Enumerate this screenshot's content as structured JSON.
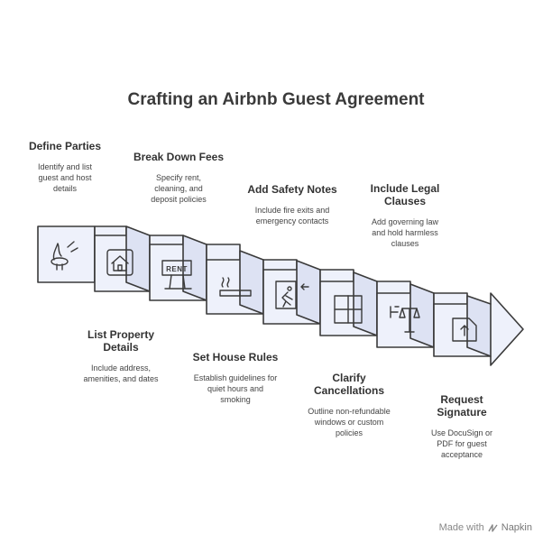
{
  "title": "Crafting an Airbnb Guest Agreement",
  "steps": [
    {
      "title": "Define Parties",
      "desc": "Identify and list guest and host details",
      "icon": "handshake-icon"
    },
    {
      "title": "List Property Details",
      "desc": "Include address, amenities, and dates",
      "icon": "house-icon"
    },
    {
      "title": "Break Down Fees",
      "desc": "Specify rent, cleaning, and deposit policies",
      "icon": "rent-sign-icon",
      "sign_text": "RENT"
    },
    {
      "title": "Set House Rules",
      "desc": "Establish guidelines for quiet hours and smoking",
      "icon": "cigarette-icon"
    },
    {
      "title": "Add Safety Notes",
      "desc": "Include fire exits and emergency contacts",
      "icon": "exit-icon"
    },
    {
      "title": "Clarify Cancellations",
      "desc": "Outline non-refundable windows or custom policies",
      "icon": "window-icon"
    },
    {
      "title": "Include Legal Clauses",
      "desc": "Add governing law and hold harmless clauses",
      "icon": "legal-scales-icon"
    },
    {
      "title": "Request Signature",
      "desc": "Use DocuSign or PDF for guest acceptance",
      "icon": "upload-document-icon"
    }
  ],
  "footer": {
    "made_with": "Made with",
    "brand": "Napkin"
  },
  "colors": {
    "panel_fill": "#eef1fb",
    "stroke": "#3a3a3a",
    "text": "#333333"
  }
}
